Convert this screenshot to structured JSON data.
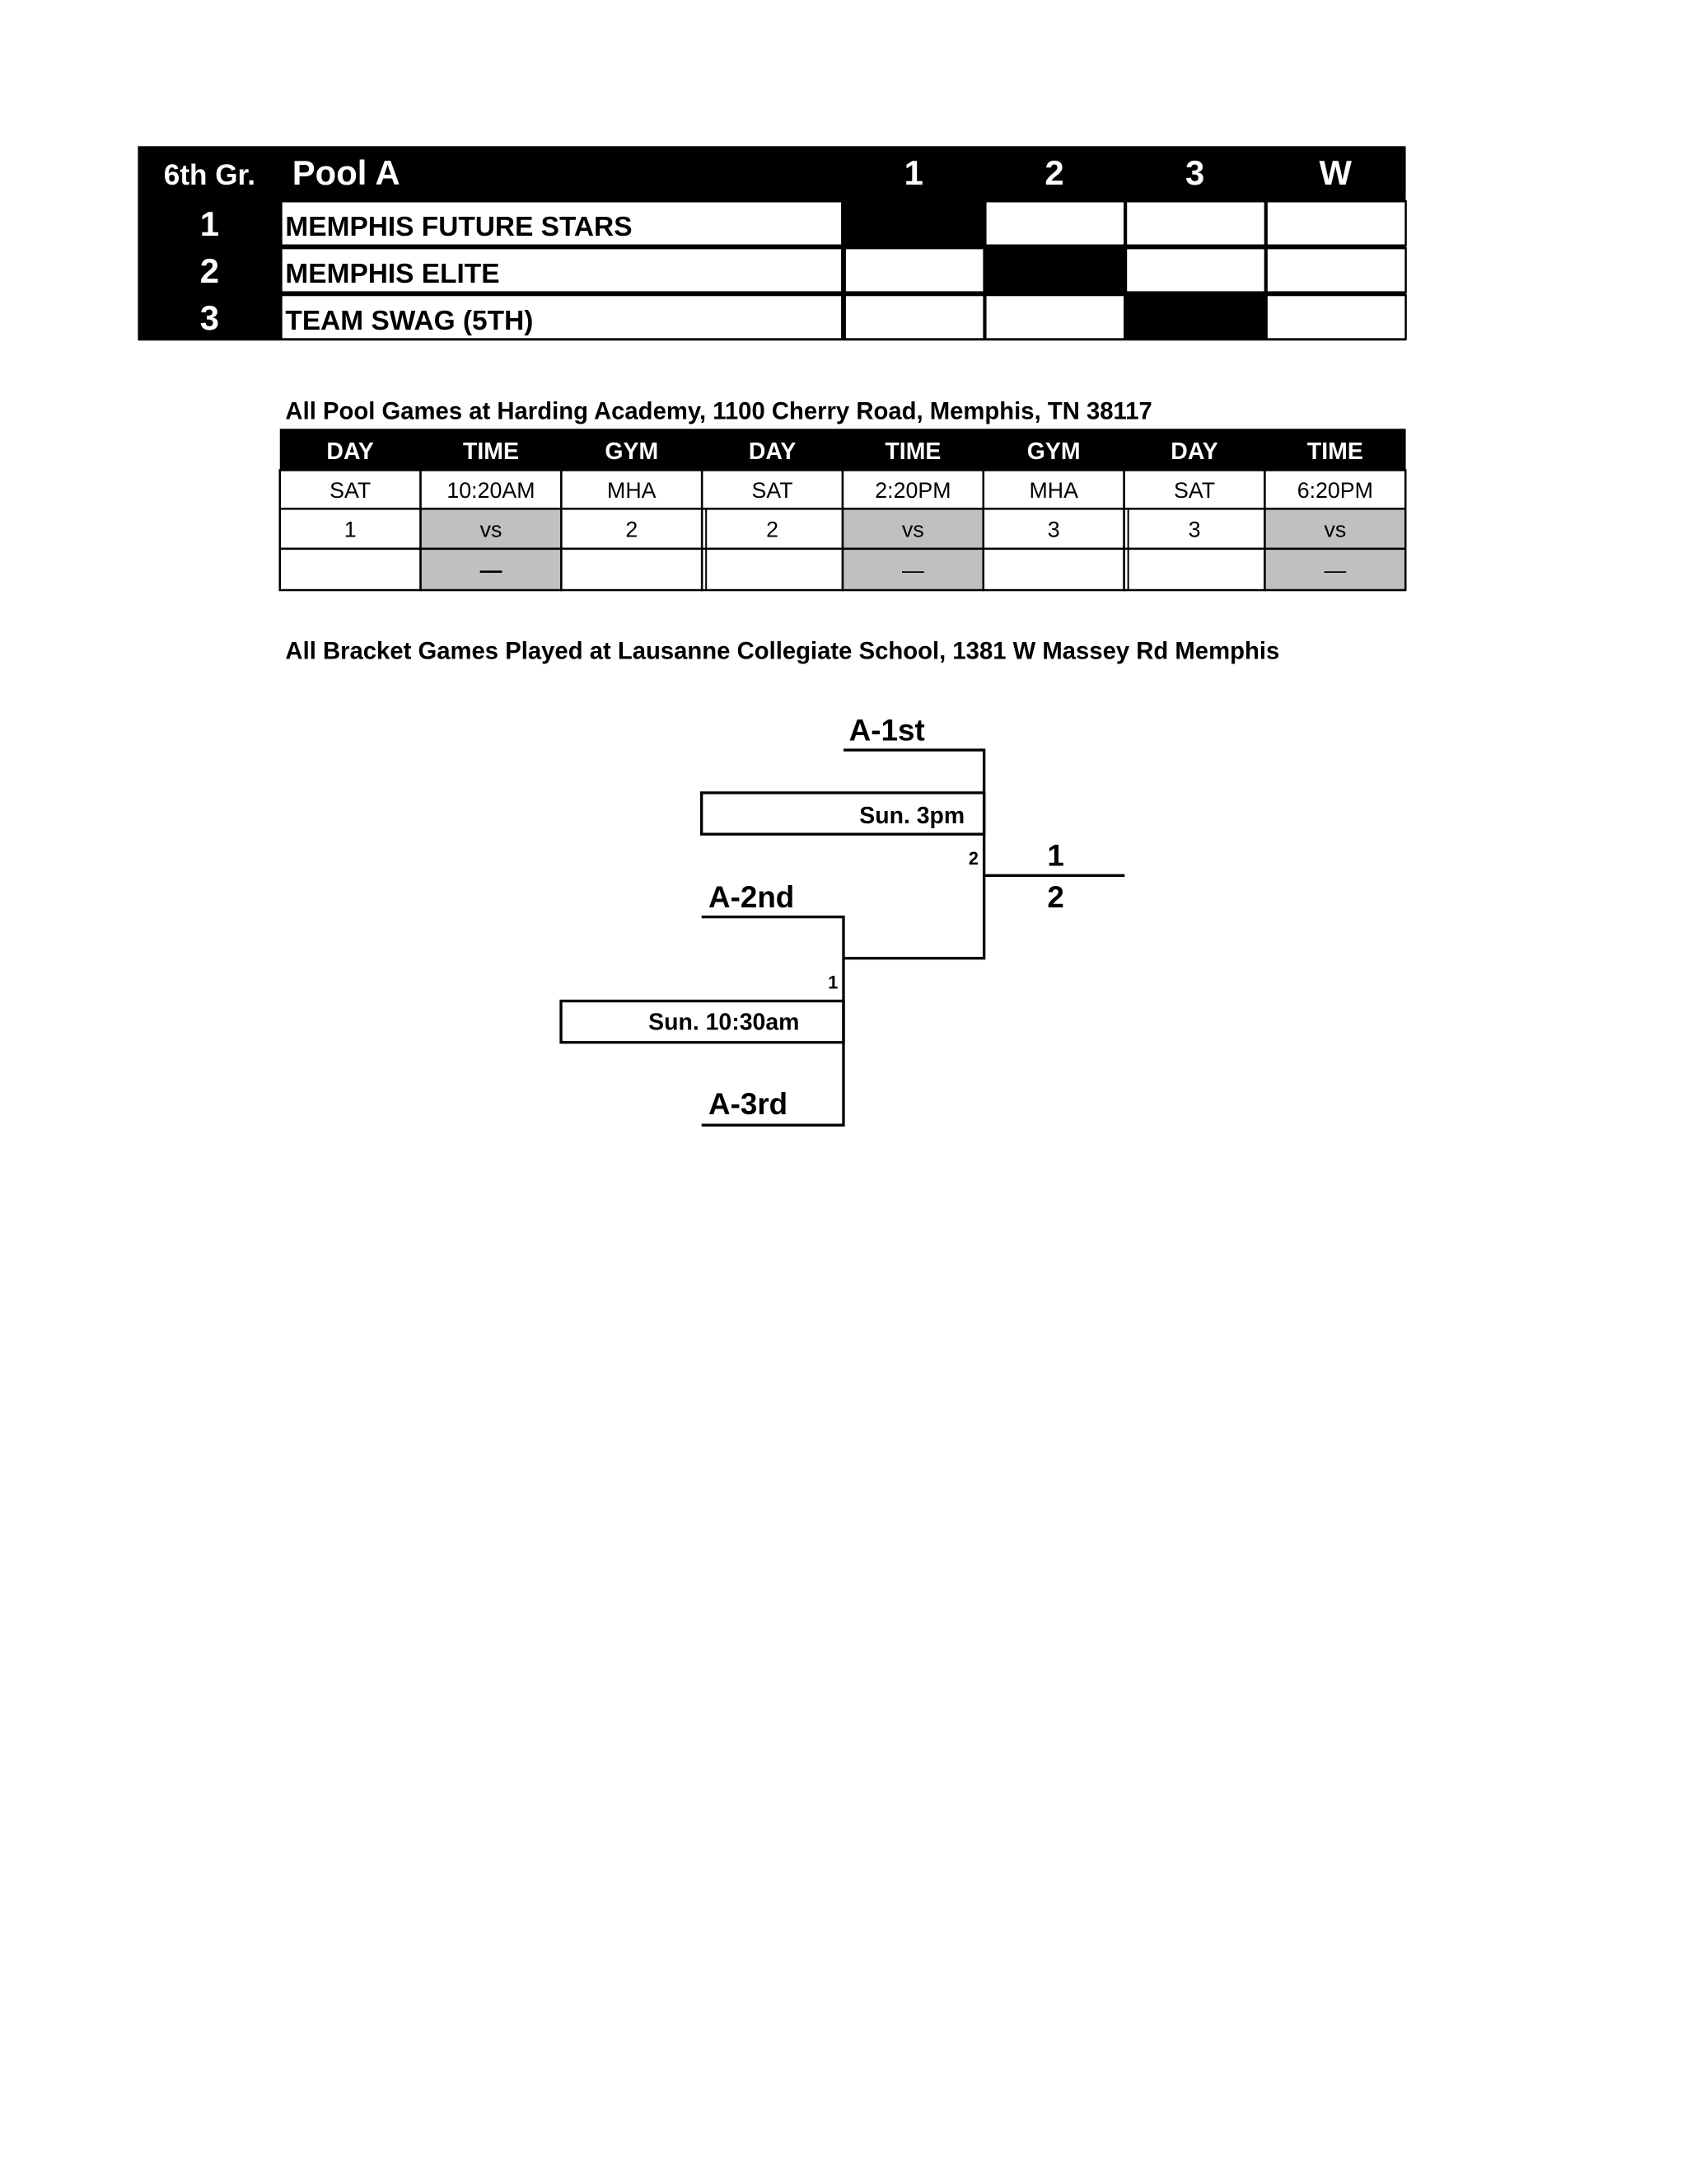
{
  "pool_table": {
    "grade": "6th Gr.",
    "pool": "Pool A",
    "columns": [
      "1",
      "2",
      "3",
      "W"
    ],
    "teams": [
      {
        "seed": "1",
        "name": "MEMPHIS FUTURE STARS"
      },
      {
        "seed": "2",
        "name": "MEMPHIS ELITE"
      },
      {
        "seed": "3",
        "name": "TEAM SWAG (5TH)"
      }
    ]
  },
  "pool_caption": "All Pool Games at Harding Academy, 1100 Cherry Road, Memphis, TN 38117",
  "schedule": {
    "headers": [
      "DAY",
      "TIME",
      "GYM",
      "DAY",
      "TIME",
      "GYM",
      "DAY",
      "TIME"
    ],
    "row1": [
      "SAT",
      "10:20AM",
      "MHA",
      "SAT",
      "2:20PM",
      "MHA",
      "SAT",
      "6:20PM"
    ],
    "row2": [
      "1",
      "vs",
      "2",
      "2",
      "vs",
      "3",
      "3",
      "vs"
    ],
    "row3": [
      "",
      "—",
      "",
      "",
      "—",
      "",
      "",
      "—"
    ],
    "shade_color": "#c0c0c0"
  },
  "bracket_caption": "All Bracket Games Played at Lausanne Collegiate School, 1381 W Massey Rd  Memphis",
  "bracket": {
    "seed1": "A-1st",
    "seed2": "A-2nd",
    "seed3": "A-3rd",
    "game1_time": "Sun. 10:30am",
    "game2_time": "Sun. 3pm",
    "game1_number": "1",
    "game2_number": "2",
    "final_top": "1",
    "final_bottom": "2"
  }
}
